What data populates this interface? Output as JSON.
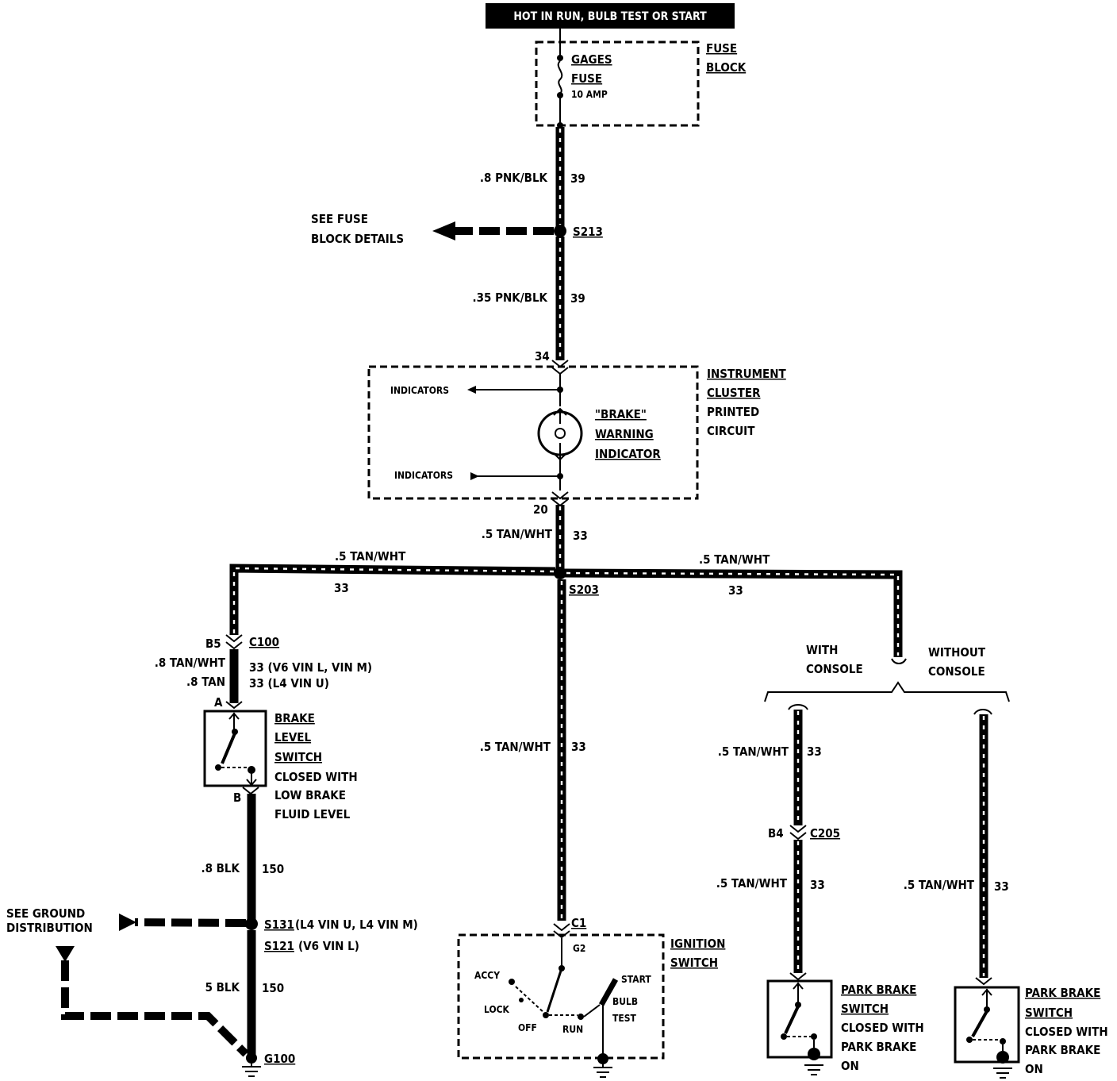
{
  "header": {
    "power_label": "HOT IN RUN, BULB TEST OR START"
  },
  "fuse_block": {
    "fuse_name_1": "GAGES",
    "fuse_name_2": "FUSE",
    "fuse_rating": "10 AMP",
    "block_label_1": "FUSE",
    "block_label_2": "BLOCK"
  },
  "wire_top": {
    "size_color": ".8 PNK/BLK",
    "circuit": "39"
  },
  "splice_s213": {
    "label": "S213",
    "ref_line_1": "SEE FUSE",
    "ref_line_2": "BLOCK DETAILS"
  },
  "wire_upper_cluster": {
    "size_color": ".35 PNK/BLK",
    "circuit": "39",
    "pin": "34"
  },
  "cluster": {
    "label_1": "INSTRUMENT",
    "label_2": "CLUSTER",
    "label_3": "PRINTED",
    "label_4": "CIRCUIT",
    "indicators_top": "INDICATORS",
    "indicators_bottom": "INDICATORS",
    "indicator_name_1": "\"BRAKE\"",
    "indicator_name_2": "WARNING",
    "indicator_name_3": "INDICATOR",
    "pin_out": "20"
  },
  "wire_cluster_out": {
    "size_color": ".5 TAN/WHT",
    "circuit": "33"
  },
  "splice_s203": {
    "label": "S203",
    "left_size_color": ".5 TAN/WHT",
    "left_circuit": "33",
    "right_size_color": ".5 TAN/WHT",
    "right_circuit": "33"
  },
  "connector_c100": {
    "label": "C100",
    "pin": "B5",
    "line1_size": ".8 TAN/WHT",
    "line1_circuit": "33 (V6 VIN L, VIN M)",
    "line2_size": ".8 TAN",
    "line2_circuit": "33 (L4 VIN U)"
  },
  "brake_level_switch": {
    "pin_a": "A",
    "pin_b": "B",
    "label_1": "BRAKE",
    "label_2": "LEVEL",
    "label_3": "SWITCH",
    "desc_1": "CLOSED WITH",
    "desc_2": "LOW BRAKE",
    "desc_3": "FLUID LEVEL"
  },
  "wire_blk_upper": {
    "size_color": ".8 BLK",
    "circuit": "150"
  },
  "ground_splice": {
    "s131": "S131",
    "s131_note": "(L4 VIN U, L4 VIN M)",
    "s121": "S121",
    "s121_note": "(V6 VIN L)",
    "ref_line_1": "SEE GROUND",
    "ref_line_2": "DISTRIBUTION"
  },
  "wire_blk_lower": {
    "size_color": "5 BLK",
    "circuit": "150"
  },
  "ground_g100": {
    "label": "G100"
  },
  "wire_center": {
    "size_color": ".5 TAN/WHT",
    "circuit": "33"
  },
  "ignition": {
    "c1": "C1",
    "g2": "G2",
    "label_1": "IGNITION",
    "label_2": "SWITCH",
    "accy": "ACCY",
    "lock": "LOCK",
    "off": "OFF",
    "run": "RUN",
    "start": "START",
    "bulb": "BULB",
    "test": "TEST"
  },
  "options": {
    "with_1": "WITH",
    "with_2": "CONSOLE",
    "without_1": "WITHOUT",
    "without_2": "CONSOLE"
  },
  "with_console": {
    "upper_size": ".5 TAN/WHT",
    "upper_circuit": "33",
    "connector": "C205",
    "pin": "B4",
    "lower_size": ".5 TAN/WHT",
    "lower_circuit": "33",
    "sw_1": "PARK BRAKE",
    "sw_2": "SWITCH",
    "sw_3": "CLOSED WITH",
    "sw_4": "PARK BRAKE",
    "sw_5": "ON"
  },
  "without_console": {
    "size": ".5 TAN/WHT",
    "circuit": "33",
    "sw_1": "PARK BRAKE",
    "sw_2": "SWITCH",
    "sw_3": "CLOSED WITH",
    "sw_4": "PARK BRAKE",
    "sw_5": "ON"
  }
}
